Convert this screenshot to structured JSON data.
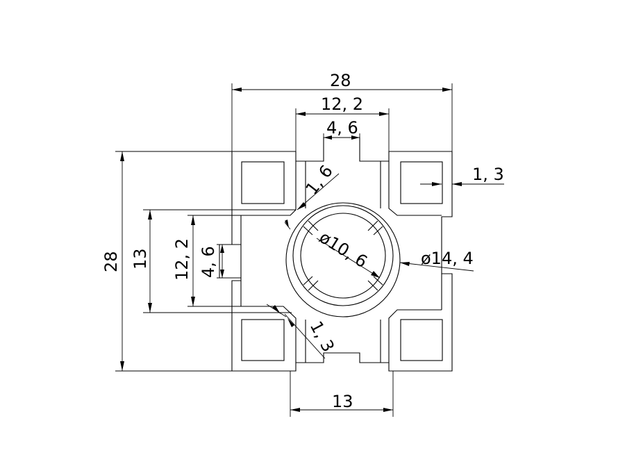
{
  "drawing": {
    "dimensions": {
      "overall_width": "28",
      "slot_outer_width": "12, 2",
      "slot_opening_width": "4, 6",
      "wall_thickness": "1, 3",
      "fillet": "1, 6",
      "bore_diameter": "ø10, 6",
      "outer_diameter": "ø14, 4",
      "overall_height": "28",
      "core_height": "13",
      "slot_outer_height": "12, 2",
      "slot_opening_height": "4, 6",
      "web_thickness": "1, 3",
      "core_width": "13"
    }
  }
}
